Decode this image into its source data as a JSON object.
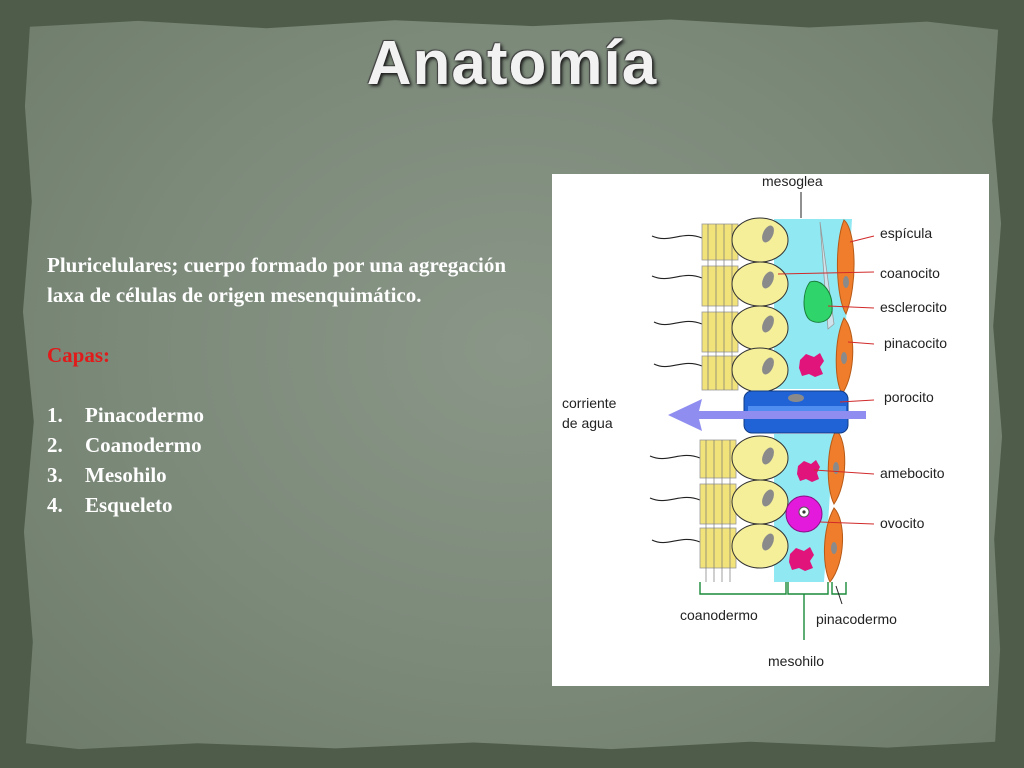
{
  "slide": {
    "title": "Anatomía",
    "description": "Pluricelulares; cuerpo formado por una agregación laxa de células de origen mesenquimático.",
    "capas_label": "Capas:",
    "layers": [
      {
        "num": "1.",
        "label": "Pinacodermo"
      },
      {
        "num": "2.",
        "label": "Coanodermo"
      },
      {
        "num": "3.",
        "label": "Mesohilo"
      },
      {
        "num": "4.",
        "label": "Esqueleto"
      }
    ]
  },
  "diagram": {
    "labels": {
      "mesoglea": "mesoglea",
      "espicula": "espícula",
      "coanocito": "coanocito",
      "esclerocito": "esclerocito",
      "pinacocito": "pinacocito",
      "porocito": "porocito",
      "corriente_1": "corriente",
      "corriente_2": "de agua",
      "amebocito": "amebocito",
      "ovocito": "ovocito",
      "coanodermo": "coanodermo",
      "pinacodermo": "pinacodermo",
      "mesohilo": "mesohilo"
    },
    "colors": {
      "mesohyl": "#8fe8f2",
      "choanocyte": "#f5ef9a",
      "collar": "#f1e27a",
      "pinacocyte": "#f07d2c",
      "porocyte": "#1f63d6",
      "current_arrow": "#8f8ef0",
      "sclerocyte": "#2fd56a",
      "amoebocyte": "#e0147a",
      "oocyte": "#e31adb"
    }
  }
}
